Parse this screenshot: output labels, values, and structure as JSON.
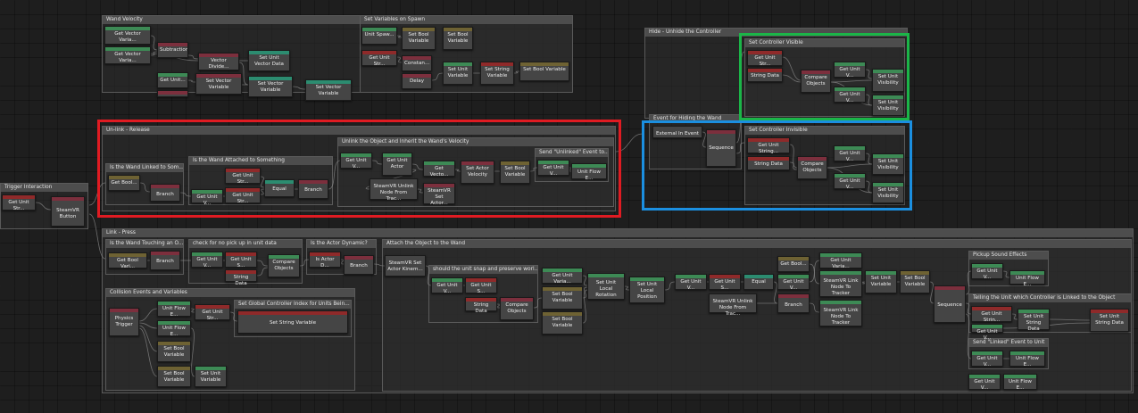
{
  "colors": {
    "highlight_red": "#e01b22",
    "highlight_green": "#1bb548",
    "highlight_blue": "#1b8fe0",
    "header_green": "#3d8a55",
    "header_maroon": "#7c2f3d",
    "header_olive": "#6e6233",
    "header_red": "#8f2a2a",
    "header_teal": "#2c8c70",
    "wire": "#8a8a8a"
  },
  "groups": [
    {
      "title": "Wand Velocity"
    },
    {
      "title": "Set Variables on Spawn"
    },
    {
      "title": "Hide - Unhide the Controller"
    },
    {
      "title": "Set Controller Visible"
    },
    {
      "title": "Event for Hiding the Wand"
    },
    {
      "title": "Set Controller Invisible"
    },
    {
      "title": "Un-link - Release"
    },
    {
      "title": "Unlink the Object and Inherit the Wand's Velocity"
    },
    {
      "title": "Send \"Unlinked\" Event to..."
    },
    {
      "title": "Is the Wand Linked to Som..."
    },
    {
      "title": "Is the Wand Attached to Something"
    },
    {
      "title": "Trigger Interaction"
    },
    {
      "title": "Link - Press"
    },
    {
      "title": "Is the Wand Touching an O..."
    },
    {
      "title": "check for no pick up in unit data"
    },
    {
      "title": "Is the Actor Dynamic?"
    },
    {
      "title": "Attach the Object to the Wand"
    },
    {
      "title": "should the unit snap and preserve worl..."
    },
    {
      "title": "Pickup Sound Effects"
    },
    {
      "title": "Telling the Unit which Controller is Linked to the Object"
    },
    {
      "title": "Send \"Linked\" Event to Unit"
    },
    {
      "title": "Collision Events and Variables"
    },
    {
      "title": "Set Global Controller Index for Units Bein..."
    }
  ],
  "nodes": [
    {
      "label": "Get Vector Varia...",
      "head": "green"
    },
    {
      "label": "Get Vector Varia...",
      "head": "green"
    },
    {
      "label": "Subtraction",
      "head": "maroon"
    },
    {
      "label": "Vector Divide...",
      "head": "maroon"
    },
    {
      "label": "Set Unit Vector Data",
      "head": "teal"
    },
    {
      "label": "Get Unit...",
      "head": "green"
    },
    {
      "label": "Set Vector Variable",
      "head": "maroon"
    },
    {
      "label": "Set Vector Variable",
      "head": "teal"
    },
    {
      "label": "Set Vector Variable",
      "head": "teal"
    },
    {
      "label": "",
      "head": "maroon"
    },
    {
      "label": "Unit Spaw...",
      "head": "green"
    },
    {
      "label": "Set Bool Variable",
      "head": "olive"
    },
    {
      "label": "Set Bool Variable",
      "head": "olive"
    },
    {
      "label": "Get Unit Str...",
      "head": "red"
    },
    {
      "label": "Constan...",
      "head": "maroon"
    },
    {
      "label": "Delay",
      "head": "maroon"
    },
    {
      "label": "Set Unit Variable",
      "head": "green"
    },
    {
      "label": "Set String Variable",
      "head": "red"
    },
    {
      "label": "Set Bool Variable",
      "head": "olive"
    },
    {
      "label": "Get Unit Str...",
      "head": "red"
    },
    {
      "label": "String Data",
      "head": "red"
    },
    {
      "label": "Compare Objects",
      "head": "maroon"
    },
    {
      "label": "Get Unit V...",
      "head": "green"
    },
    {
      "label": "Get Unit V...",
      "head": "green"
    },
    {
      "label": "Set Unit Visibility",
      "head": "green"
    },
    {
      "label": "Set Unit Visibility",
      "head": "green"
    },
    {
      "label": "External In Event",
      "head": "none"
    },
    {
      "label": "Sequence",
      "head": "maroon"
    },
    {
      "label": "Get Unit String...",
      "head": "red"
    },
    {
      "label": "String Data",
      "head": "red"
    },
    {
      "label": "Compare Objects",
      "head": "maroon"
    },
    {
      "label": "Get Unit V...",
      "head": "green"
    },
    {
      "label": "Get Unit V...",
      "head": "green"
    },
    {
      "label": "Set Unit Visibility",
      "head": "green"
    },
    {
      "label": "Set Unit Visibility",
      "head": "green"
    },
    {
      "label": "Get Bool...",
      "head": "olive"
    },
    {
      "label": "Branch",
      "head": "maroon"
    },
    {
      "label": "Get Unit Str...",
      "head": "red"
    },
    {
      "label": "Get Unit V...",
      "head": "green"
    },
    {
      "label": "Get Unit Str...",
      "head": "red"
    },
    {
      "label": "Equal",
      "head": "teal"
    },
    {
      "label": "Branch",
      "head": "maroon"
    },
    {
      "label": "Get Unit V...",
      "head": "green"
    },
    {
      "label": "Get Unit Actor",
      "head": "green"
    },
    {
      "label": "Get Vecto...",
      "head": "green"
    },
    {
      "label": "Set Actor Velocity",
      "head": "maroon"
    },
    {
      "label": "Set Bool Variable",
      "head": "olive"
    },
    {
      "label": "SteamVR Unlink Node From Trac...",
      "head": "none"
    },
    {
      "label": "SteamVR Set Actor...",
      "head": "maroon"
    },
    {
      "label": "Get Unit V...",
      "head": "green"
    },
    {
      "label": "Unit Flow E...",
      "head": "green"
    },
    {
      "label": "Get Unit Str...",
      "head": "red"
    },
    {
      "label": "SteamVR Button",
      "head": "maroon"
    },
    {
      "label": "Get Bool Vari...",
      "head": "olive"
    },
    {
      "label": "Branch",
      "head": "maroon"
    },
    {
      "label": "Get Unit V...",
      "head": "green"
    },
    {
      "label": "Get Unit S...",
      "head": "red"
    },
    {
      "label": "String Data",
      "head": "red"
    },
    {
      "label": "Compare Objects",
      "head": "green"
    },
    {
      "label": "Is Actor D...",
      "head": "red"
    },
    {
      "label": "Branch",
      "head": "maroon"
    },
    {
      "label": "SteamVR Set Actor Kinem...",
      "head": "none"
    },
    {
      "label": "Get Unit V...",
      "head": "green"
    },
    {
      "label": "Get Unit S...",
      "head": "red"
    },
    {
      "label": "String Data",
      "head": "red"
    },
    {
      "label": "Compare Objects",
      "head": "maroon"
    },
    {
      "label": "Get Unit Varia...",
      "head": "green"
    },
    {
      "label": "Set Bool Variable",
      "head": "olive"
    },
    {
      "label": "Set Bool Variable",
      "head": "olive"
    },
    {
      "label": "Set Unit Local Rotation",
      "head": "green"
    },
    {
      "label": "Set Unit Local Position",
      "head": "green"
    },
    {
      "label": "Get Unit V...",
      "head": "green"
    },
    {
      "label": "Get Unit S...",
      "head": "red"
    },
    {
      "label": "Equal",
      "head": "teal"
    },
    {
      "label": "Get Unit V...",
      "head": "green"
    },
    {
      "label": "SteamVR Unlink Node From Trac...",
      "head": "none"
    },
    {
      "label": "Branch",
      "head": "maroon"
    },
    {
      "label": "Get Bool...",
      "head": "olive"
    },
    {
      "label": "Get Unit Varia...",
      "head": "green"
    },
    {
      "label": "SteamVR Link Node To Tracker",
      "head": "green"
    },
    {
      "label": "SteamVR Link Node To Tracker",
      "head": "green"
    },
    {
      "label": "Set Unit Variable",
      "head": "green"
    },
    {
      "label": "Set Bool Variable",
      "head": "olive"
    },
    {
      "label": "Sequence",
      "head": "maroon"
    },
    {
      "label": "Get Unit V...",
      "head": "green"
    },
    {
      "label": "Unit Flow E...",
      "head": "green"
    },
    {
      "label": "Get Unit Strin...",
      "head": "red"
    },
    {
      "label": "Set Unit String Data",
      "head": "green"
    },
    {
      "label": "Get Unit V...",
      "head": "green"
    },
    {
      "label": "Set Unit String Data",
      "head": "red"
    },
    {
      "label": "Get Unit V...",
      "head": "green"
    },
    {
      "label": "Unit Flow E...",
      "head": "green"
    },
    {
      "label": "Get Unit V...",
      "head": "green"
    },
    {
      "label": "Unit Flow E...",
      "head": "green"
    },
    {
      "label": "Physics Trigger",
      "head": "maroon"
    },
    {
      "label": "Unit Flow E...",
      "head": "green"
    },
    {
      "label": "Get Unit Str...",
      "head": "red"
    },
    {
      "label": "Unit Flow E...",
      "head": "green"
    },
    {
      "label": "Set Bool Variable",
      "head": "olive"
    },
    {
      "label": "Set Bool Variable",
      "head": "olive"
    },
    {
      "label": "Set Unit Variable",
      "head": "green"
    },
    {
      "label": "Set String Variable",
      "head": "red"
    }
  ]
}
